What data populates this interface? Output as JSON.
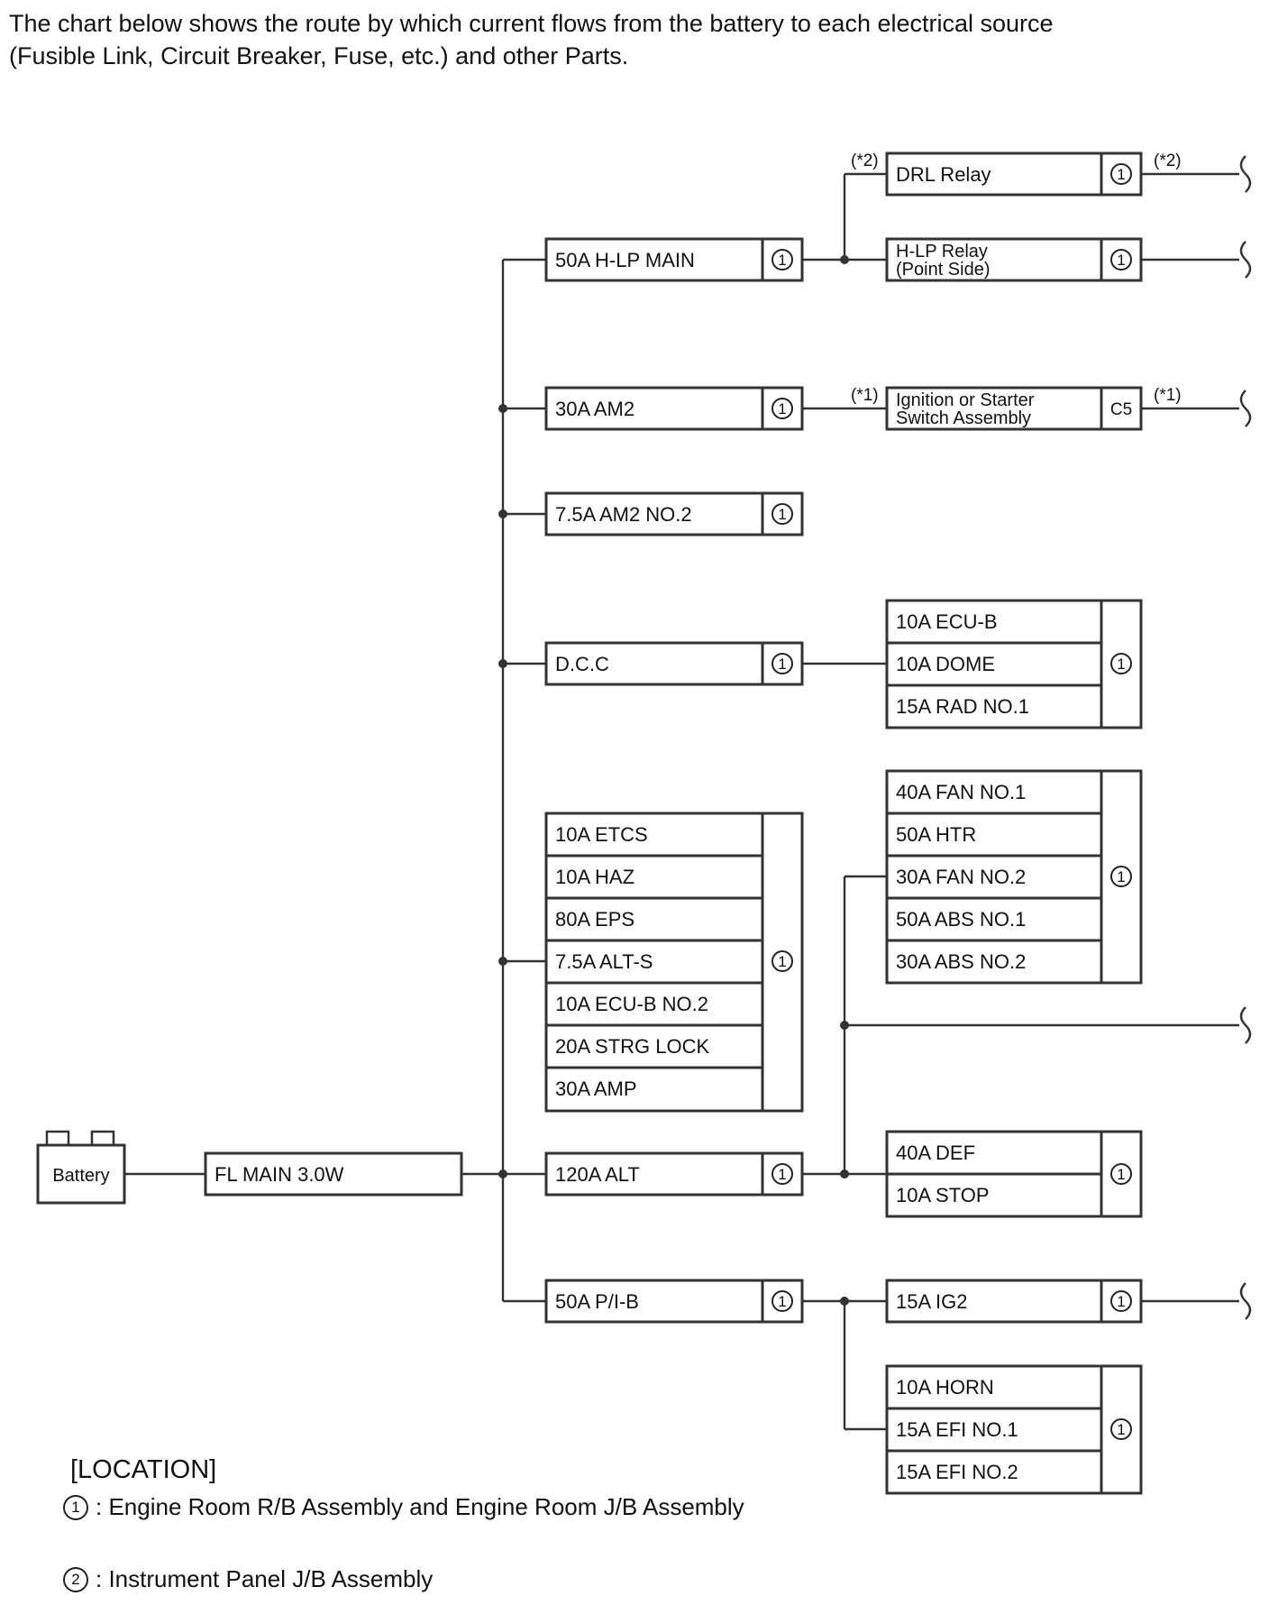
{
  "intro": {
    "line1": "The chart below shows the route by which current flows from the battery to each electrical source",
    "line2": "(Fusible Link, Circuit Breaker, Fuse, etc.) and other Parts."
  },
  "battery": {
    "label": "Battery"
  },
  "fl_main": {
    "label": "FL MAIN 3.0W"
  },
  "trunk": {
    "items": [
      {
        "label": "50A H-LP MAIN",
        "loc": "1"
      },
      {
        "label": "30A AM2",
        "loc": "1"
      },
      {
        "label": "7.5A AM2 NO.2",
        "loc": "1"
      },
      {
        "label": "D.C.C",
        "loc": "1"
      },
      {
        "labels": [
          "10A ETCS",
          "10A HAZ",
          "80A EPS",
          "7.5A ALT-S",
          "10A ECU-B NO.2",
          "20A STRG LOCK",
          "30A AMP"
        ],
        "loc": "1"
      },
      {
        "label": "120A ALT",
        "loc": "1"
      },
      {
        "label": "50A P/I-B",
        "loc": "1"
      }
    ]
  },
  "right": {
    "drl": {
      "label": "DRL Relay",
      "loc": "1",
      "note_in": "(*2)",
      "note_out": "(*2)"
    },
    "hlp_relay": {
      "line1": "H-LP Relay",
      "line2": "(Point Side)",
      "loc": "1"
    },
    "ign": {
      "line1": "Ignition or Starter",
      "line2": "Switch Assembly",
      "conn": "C5",
      "note_in": "(*1)",
      "note_out": "(*1)"
    },
    "dcc_group": {
      "labels": [
        "10A ECU-B",
        "10A DOME",
        "15A RAD NO.1"
      ],
      "loc": "1"
    },
    "fan_group": {
      "labels": [
        "40A FAN NO.1",
        "50A HTR",
        "30A FAN NO.2",
        "50A ABS NO.1",
        "30A ABS NO.2"
      ],
      "loc": "1"
    },
    "def_group": {
      "labels": [
        "40A DEF",
        "10A STOP"
      ],
      "loc": "1"
    },
    "ig2": {
      "label": "15A IG2",
      "loc": "1"
    },
    "horn_group": {
      "labels": [
        "10A HORN",
        "15A EFI NO.1",
        "15A EFI NO.2"
      ],
      "loc": "1"
    }
  },
  "location": {
    "title": "[LOCATION]",
    "items": [
      {
        "mark": "1",
        "text": ": Engine Room R/B Assembly and Engine Room J/B Assembly"
      },
      {
        "mark": "2",
        "text": ": Instrument Panel J/B Assembly"
      }
    ]
  }
}
